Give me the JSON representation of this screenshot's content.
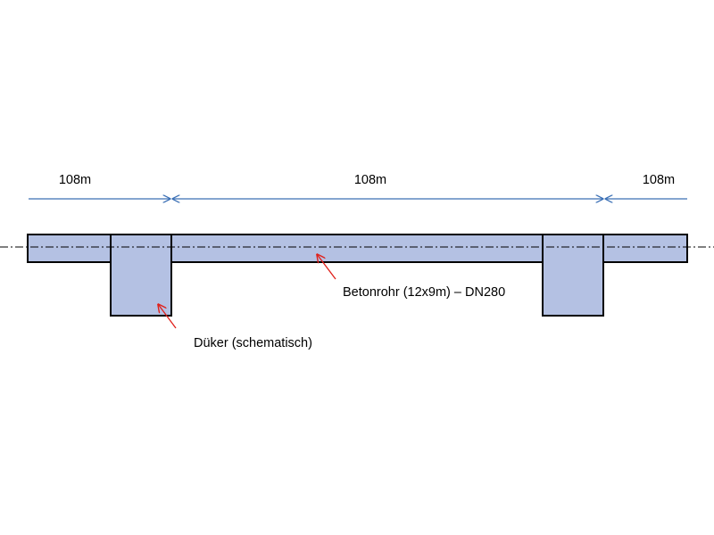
{
  "dimensions": [
    {
      "label": "108m"
    },
    {
      "label": "108m"
    },
    {
      "label": "108m"
    }
  ],
  "callouts": {
    "pipe": "Betonrohr (12x9m) – DN280",
    "siphon": "Düker (schematisch)"
  },
  "colors": {
    "pipe_fill": "#b4c1e3",
    "outline": "#000000",
    "dimension_line": "#3a6fb5",
    "callout_arrow": "#e0201a",
    "centerline": "#000000"
  }
}
